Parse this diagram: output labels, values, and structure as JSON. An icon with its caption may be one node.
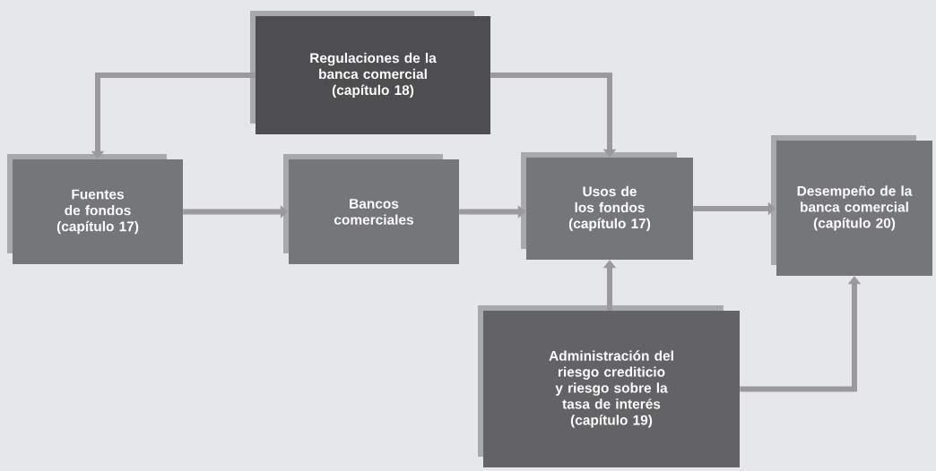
{
  "diagram": {
    "nodes": [
      {
        "text": [
          "Regulaciones de la banca comercial (capítulo 18)"
        ]
      },
      {
        "text": [
          "Fuentes de fondos (capítulo 17)"
        ]
      },
      {
        "text": [
          "Bancos comerciales"
        ]
      },
      {
        "text": [
          "Usos de los fondos (capítulo 17)"
        ]
      },
      {
        "text": [
          "Desempeño de la banca comercial (capítulo 20)"
        ]
      },
      {
        "text": [
          "Administración del riesgo crediticio y riesgo sobre la tasa de interés (capítulo 19)"
        ]
      }
    ],
    "edges": [
      {
        "from": 0,
        "to": 1,
        "arrow": "to"
      },
      {
        "from": 0,
        "to": 3,
        "arrow": "to"
      },
      {
        "from": 1,
        "to": 2,
        "arrow": "to"
      },
      {
        "from": 2,
        "to": 3,
        "arrow": "to"
      },
      {
        "from": 3,
        "to": 4,
        "arrow": "to"
      },
      {
        "from": 5,
        "to": 3,
        "arrow": "to"
      },
      {
        "from": 5,
        "to": 4,
        "arrow": "to"
      }
    ]
  }
}
